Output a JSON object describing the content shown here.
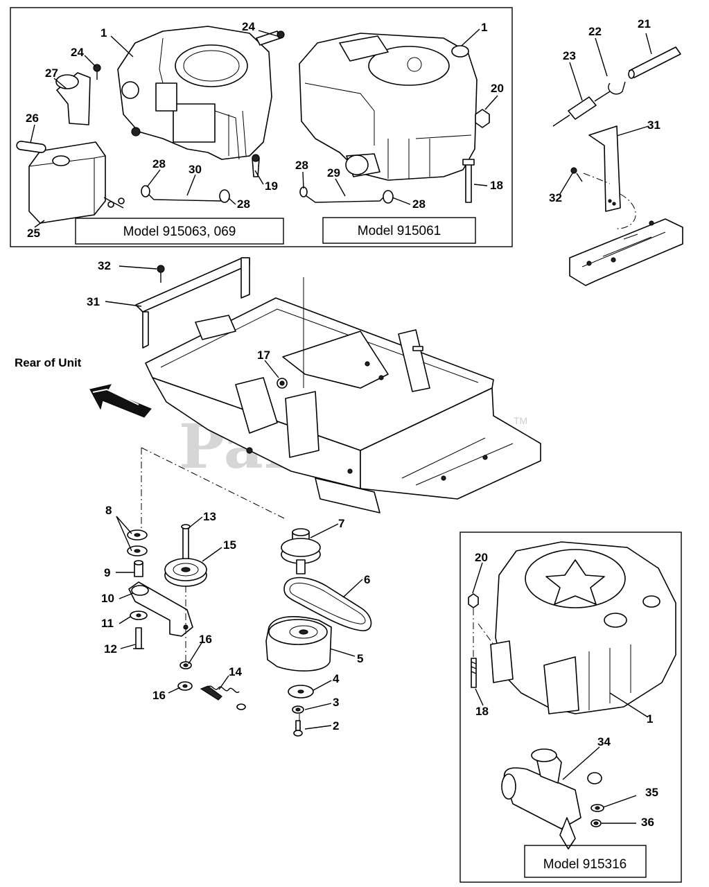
{
  "watermark": {
    "text": "PartsTree",
    "trademark": "TM"
  },
  "rear_label": "Rear of Unit",
  "model_labels": {
    "upper_left": "Model 915063, 069",
    "upper_middle": "Model 915061",
    "lower_right": "Model 915316"
  },
  "callouts": {
    "n1a": "1",
    "n1b": "1",
    "n1c": "1",
    "n2": "2",
    "n3": "3",
    "n4": "4",
    "n5": "5",
    "n6": "6",
    "n7": "7",
    "n8": "8",
    "n9": "9",
    "n10": "10",
    "n11": "11",
    "n12": "12",
    "n13": "13",
    "n14": "14",
    "n15": "15",
    "n16a": "16",
    "n16b": "16",
    "n17": "17",
    "n18a": "18",
    "n18b": "18",
    "n19": "19",
    "n20a": "20",
    "n20b": "20",
    "n21": "21",
    "n22": "22",
    "n23": "23",
    "n24a": "24",
    "n24b": "24",
    "n25": "25",
    "n26": "26",
    "n27": "27",
    "n28a": "28",
    "n28b": "28",
    "n28c": "28",
    "n28d": "28",
    "n29": "29",
    "n30": "30",
    "n31a": "31",
    "n31b": "31",
    "n32a": "32",
    "n32b": "32",
    "n34": "34",
    "n35": "35",
    "n36": "36"
  },
  "colors": {
    "line": "#000000",
    "watermark": "#d6d6d6",
    "background": "#ffffff"
  },
  "icons": {
    "rear_arrow": "arrow-icon"
  }
}
